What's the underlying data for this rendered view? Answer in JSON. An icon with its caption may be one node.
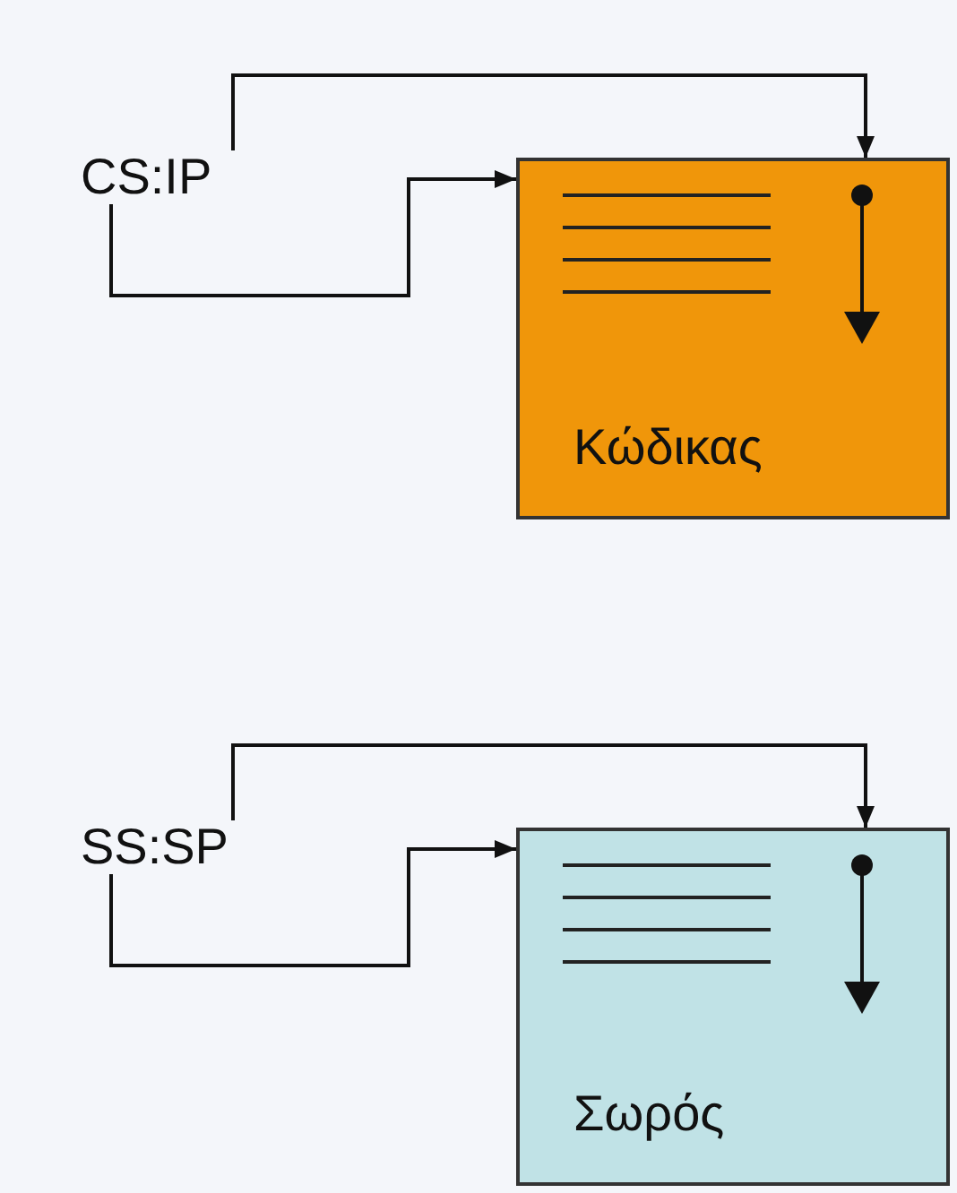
{
  "diagram": {
    "nodes": [
      {
        "text": [
          "CS:IP"
        ]
      },
      {
        "text": [
          "Κώδικας"
        ]
      },
      {
        "text": [
          "SS:SP"
        ]
      },
      {
        "text": [
          "Σωρός"
        ]
      }
    ],
    "edges": [
      {
        "from": 0,
        "to": 1,
        "arrow": "to"
      },
      {
        "from": 0,
        "to": 1,
        "arrow": "to"
      },
      {
        "from": 2,
        "to": 3,
        "arrow": "to"
      },
      {
        "from": 2,
        "to": 3,
        "arrow": "to"
      }
    ]
  }
}
